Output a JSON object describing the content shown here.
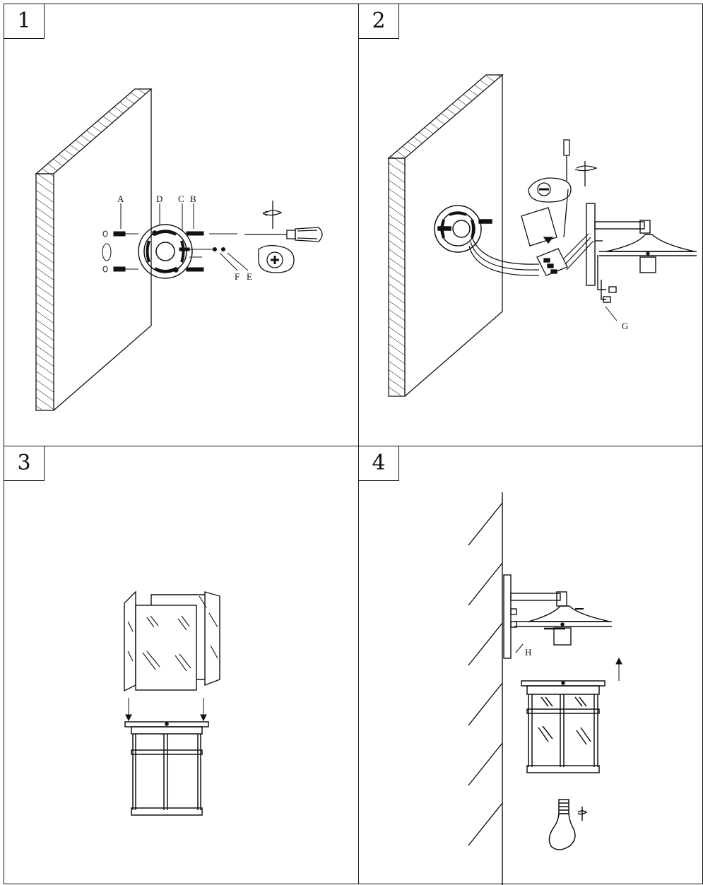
{
  "steps": [
    {
      "number": "1",
      "labels": {
        "a": "A",
        "b": "B",
        "c": "C",
        "d": "D",
        "e": "E",
        "f": "F"
      }
    },
    {
      "number": "2",
      "labels": {
        "g": "G"
      }
    },
    {
      "number": "3",
      "labels": {}
    },
    {
      "number": "4",
      "labels": {
        "h": "H"
      }
    }
  ]
}
